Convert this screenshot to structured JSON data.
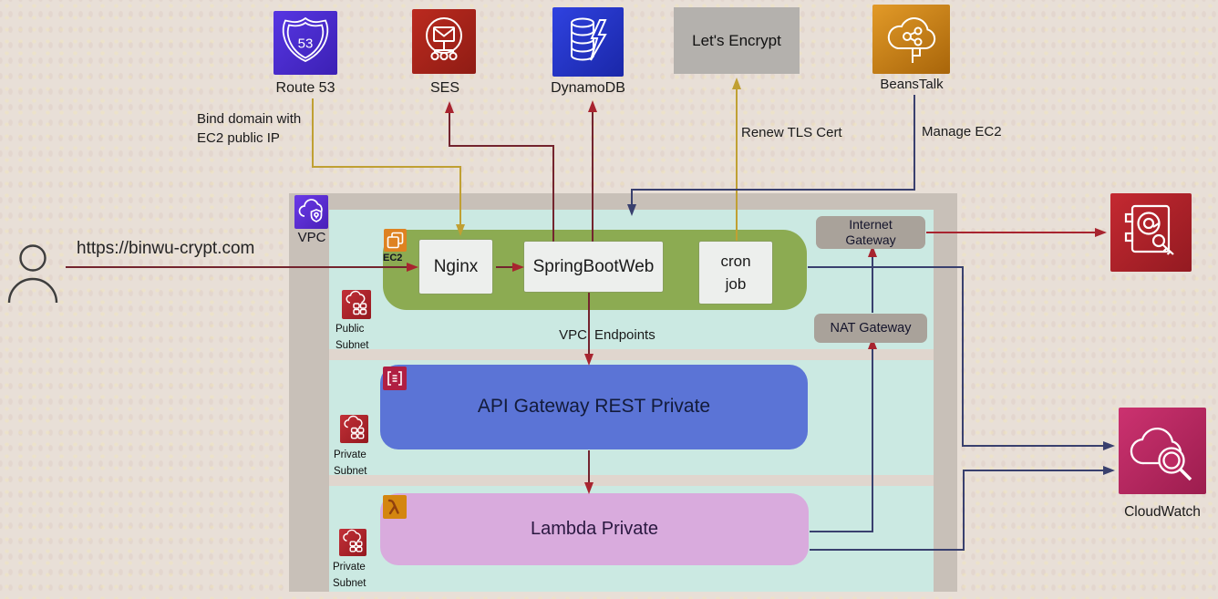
{
  "colors": {
    "background": "#e8dfd7",
    "vpc_frame": "#c8c0b8",
    "vpc_interior": "#cbe9e2",
    "public_subnet_green": "#8cab52",
    "api_gateway_blue": "#5b74d6",
    "lambda_pink": "#d9abdd",
    "gateway_gray": "#a9a29a",
    "line_maroon": "#73242e",
    "line_red": "#a8242f",
    "line_navy": "#39406e",
    "line_gold": "#c0a033",
    "route53_purple": "#4b2ed2",
    "ses_red": "#a8221a",
    "dynamodb_blue": "#2433c8",
    "letsencrypt_gray": "#b4b1ad",
    "beanstalk_orange": "#c9820f",
    "secrets_manager_red": "#b4232a",
    "cloudwatch_magenta": "#bc2a62"
  },
  "user": {
    "url": "https://binwu-crypt.com"
  },
  "top_services": {
    "route53": {
      "label": "Route 53",
      "badge": "53"
    },
    "ses": {
      "label": "SES"
    },
    "dynamodb": {
      "label": "DynamoDB"
    },
    "letsencrypt": {
      "label": "Let's Encrypt"
    },
    "beanstalk": {
      "label": "BeansTalk"
    }
  },
  "annotations": {
    "bind_domain_1": "Bind domain with",
    "bind_domain_2": "EC2 public IP",
    "renew_tls": "Renew TLS Cert",
    "manage_ec2": "Manage EC2",
    "vpc_endpoints_1": "VPC",
    "vpc_endpoints_2": "Endpoints"
  },
  "vpc": {
    "label": "VPC",
    "ec2_label": "EC2",
    "subnets": {
      "public_1": "Public",
      "public_2": "Subnet",
      "private_1": "Private",
      "private_2": "Subnet"
    },
    "nodes": {
      "nginx": "Nginx",
      "springboot": "SpringBootWeb",
      "cron_1": "cron",
      "cron_2": "job",
      "internet_gateway_1": "Internet",
      "internet_gateway_2": "Gateway",
      "nat_gateway": "NAT Gateway",
      "api_gateway": "API Gateway REST Private",
      "lambda": "Lambda Private"
    }
  },
  "right_services": {
    "cloudwatch": {
      "label": "CloudWatch"
    }
  }
}
